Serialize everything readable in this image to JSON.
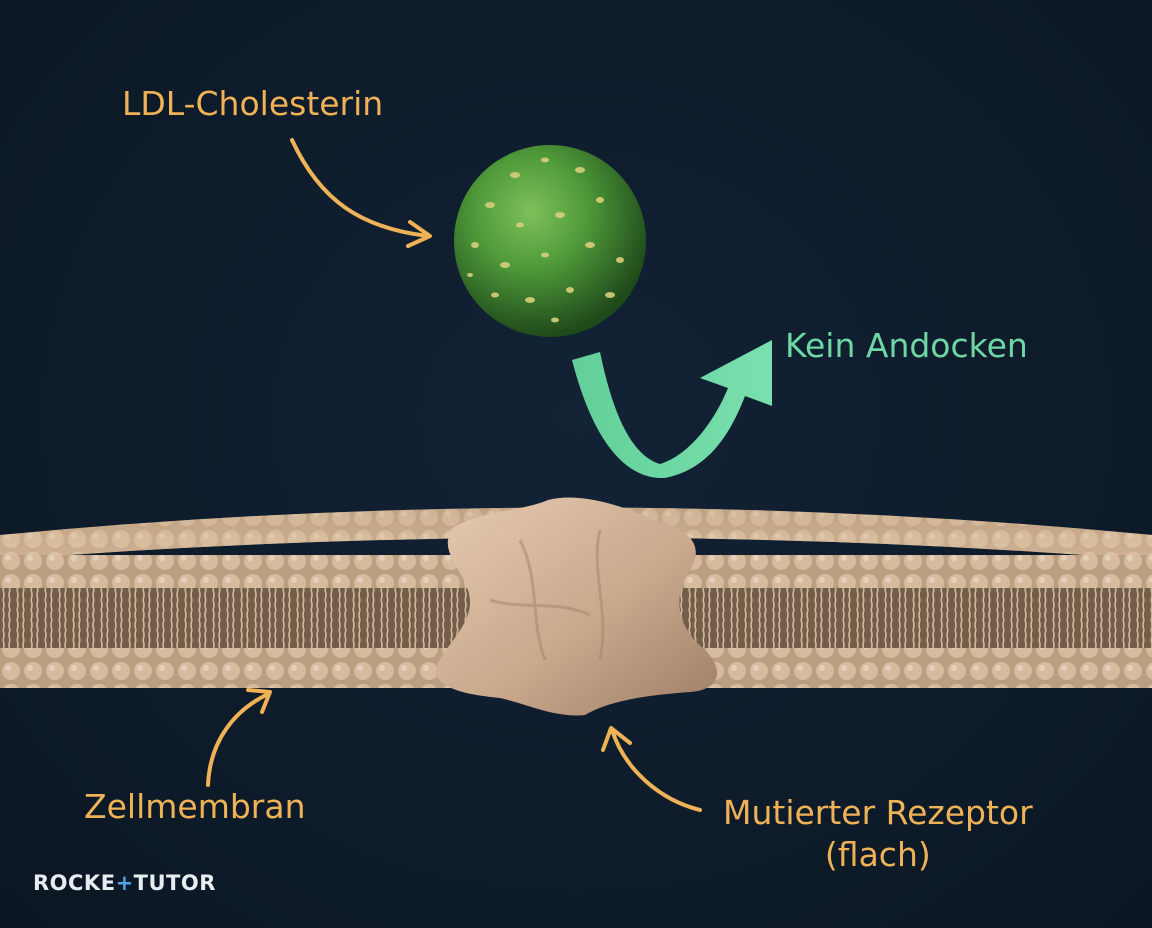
{
  "labels": {
    "ldl": "LDL-Cholesterin",
    "no_docking": "Kein Andocken",
    "membrane": "Zellmembran",
    "receptor_line1": "Mutierter Rezeptor",
    "receptor_line2": "(flach)"
  },
  "logo": {
    "part1": "ROCKE",
    "plus": "+",
    "part2": "TUTOR"
  },
  "colors": {
    "background": "#0d1a27",
    "label_orange": "#f0b257",
    "label_green": "#6ed7a3",
    "ldl_particle": "#4f9a3a",
    "membrane": "#d9b896",
    "receptor": "#d2b39a",
    "logo_accent": "#4fa3e0"
  }
}
